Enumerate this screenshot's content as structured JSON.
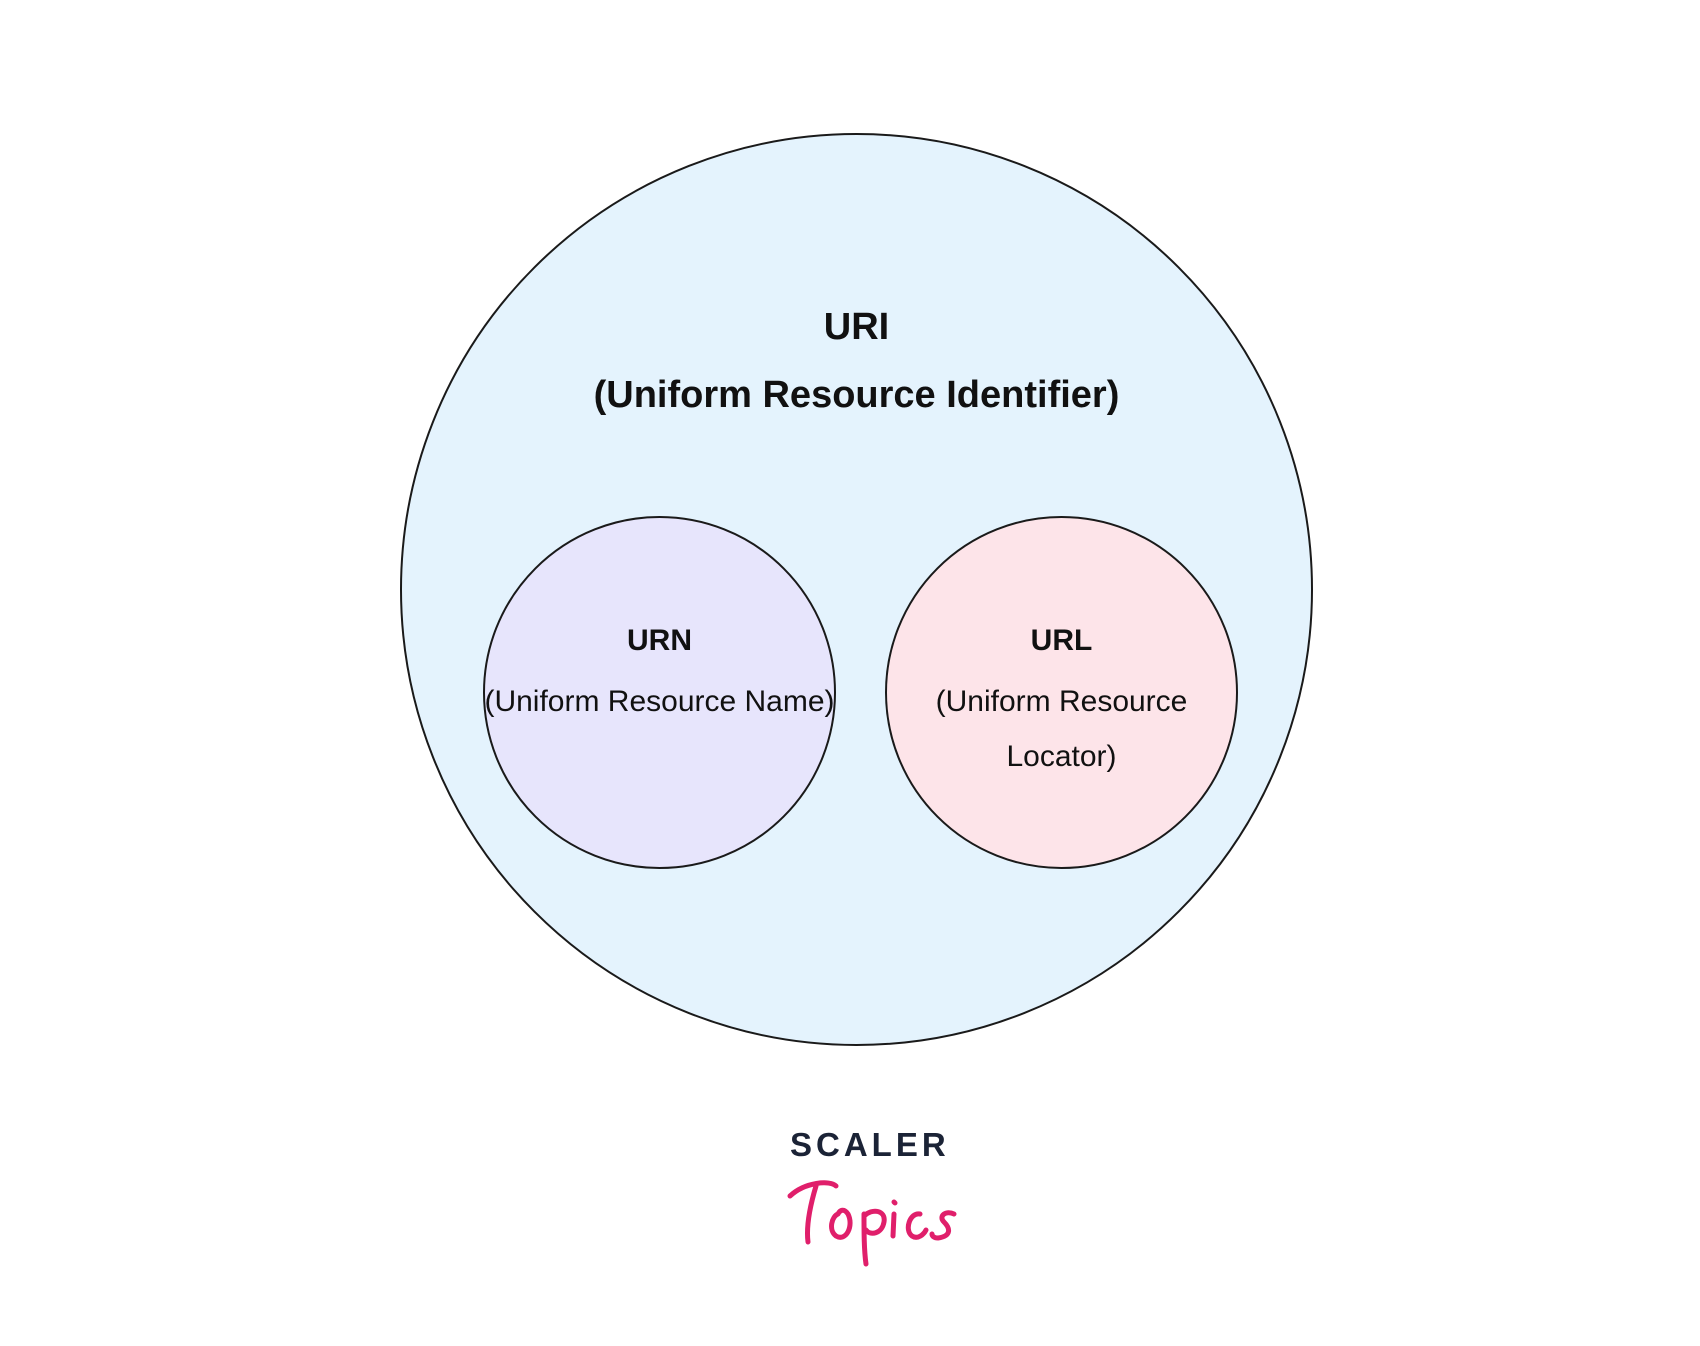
{
  "diagram": {
    "outer": {
      "title": "URI",
      "subtitle": "(Uniform Resource Identifier)",
      "fill": "#e4f3fd"
    },
    "left": {
      "title": "URN",
      "subtitle": "(Uniform Resource Name)",
      "fill": "#e7e5fc"
    },
    "right": {
      "title": "URL",
      "subtitle": "(Uniform Resource Locator)",
      "fill": "#fde4e9"
    }
  },
  "logo": {
    "top_text": "SCALER",
    "script_text": "Topics",
    "top_color": "#1b2336",
    "script_color": "#e01f6b"
  }
}
